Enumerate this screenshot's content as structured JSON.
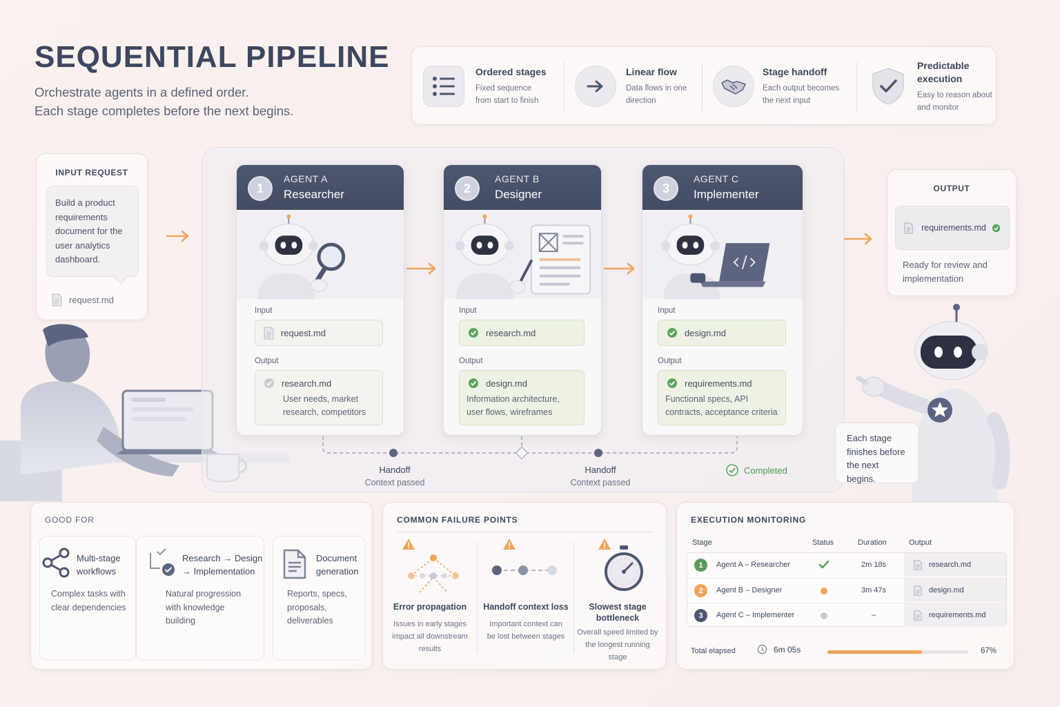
{
  "header": {
    "title": "SEQUENTIAL PIPELINE",
    "subtitle_line1": "Orchestrate agents in a defined order.",
    "subtitle_line2": "Each stage completes before the next begins."
  },
  "features": [
    {
      "icon": "list-icon",
      "title": "Ordered stages",
      "desc1": "Fixed sequence",
      "desc2": "from start to finish"
    },
    {
      "icon": "arrow-right-icon",
      "title": "Linear flow",
      "desc1": "Data flows in one",
      "desc2": "direction"
    },
    {
      "icon": "handshake-icon",
      "title": "Stage handoff",
      "desc1": "Each output becomes",
      "desc2": "the next input"
    },
    {
      "icon": "shield-check-icon",
      "title1": "Predictable",
      "title2": "execution",
      "desc1": "Easy to reason about",
      "desc2": "and monitor"
    }
  ],
  "input_request": {
    "heading": "INPUT REQUEST",
    "text": "Build a product requirements document for the user analytics dashboard.",
    "file": "request.md"
  },
  "agents": [
    {
      "num": "1",
      "code": "AGENT A",
      "role": "Researcher",
      "input_label": "Input",
      "input": "request.md",
      "output_label": "Output",
      "output": "research.md",
      "output_desc": "User needs, market research, competitors"
    },
    {
      "num": "2",
      "code": "AGENT B",
      "role": "Designer",
      "input_label": "Input",
      "input": "research.md",
      "output_label": "Output",
      "output": "design.md",
      "output_desc": "Information architecture, user flows, wireframes"
    },
    {
      "num": "3",
      "code": "AGENT C",
      "role": "Implementer",
      "input_label": "Input",
      "input": "design.md",
      "output_label": "Output",
      "output": "requirements.md",
      "output_desc": "Functional specs, API contracts, acceptance criteria"
    }
  ],
  "handoffs": [
    {
      "title": "Handoff",
      "sub": "Context passed"
    },
    {
      "title": "Handoff",
      "sub": "Context passed"
    }
  ],
  "completed_label": "Completed",
  "output": {
    "heading": "OUTPUT",
    "file": "requirements.md",
    "desc": "Ready for review and implementation"
  },
  "robot_bubble": "Each stage finishes before the next begins.",
  "good_for": {
    "heading": "GOOD FOR",
    "items": [
      {
        "icon": "share-nodes-icon",
        "title": "Multi-stage workflows",
        "desc": "Complex tasks with clear dependencies"
      },
      {
        "icon": "flow-check-icon",
        "title": "Research → Design → Implementation",
        "desc": "Natural progression with knowledge building"
      },
      {
        "icon": "document-icon",
        "title": "Document generation",
        "desc": "Reports, specs, proposals, deliverables"
      }
    ]
  },
  "failures": {
    "heading": "COMMON FAILURE POINTS",
    "items": [
      {
        "icon": "error-propagation-icon",
        "title": "Error propagation",
        "desc": "Issues in early stages impact all downstream results"
      },
      {
        "icon": "context-loss-icon",
        "title": "Handoff context loss",
        "desc": "Important context can be lost between stages"
      },
      {
        "icon": "stopwatch-icon",
        "title": "Slowest stage bottleneck",
        "desc": "Overall speed limited by the longest running stage"
      }
    ]
  },
  "monitoring": {
    "heading": "EXECUTION MONITORING",
    "columns": [
      "Stage",
      "Status",
      "Duration",
      "Output"
    ],
    "rows": [
      {
        "num": "1",
        "stage": "Agent A – Researcher",
        "status": "complete",
        "status_color": "#4a9a52",
        "num_color": "#5a9a5c",
        "duration": "2m 18s",
        "output": "research.md"
      },
      {
        "num": "2",
        "stage": "Agent B – Designer",
        "status": "running",
        "status_color": "#f0a45a",
        "num_color": "#f0a45a",
        "duration": "3m 47s",
        "output": "design.md"
      },
      {
        "num": "3",
        "stage": "Agent C – Implementer",
        "status": "pending",
        "status_color": "#c7c9d2",
        "num_color": "#4d5670",
        "duration": "–",
        "output": "requirements.md"
      }
    ],
    "elapsed_label": "Total elapsed",
    "elapsed_value": "6m 05s",
    "progress": 0.67,
    "progress_label": "67%"
  },
  "colors": {
    "accent": "#f0a45a",
    "dark": "#4d5670",
    "success": "#4a9a52"
  }
}
